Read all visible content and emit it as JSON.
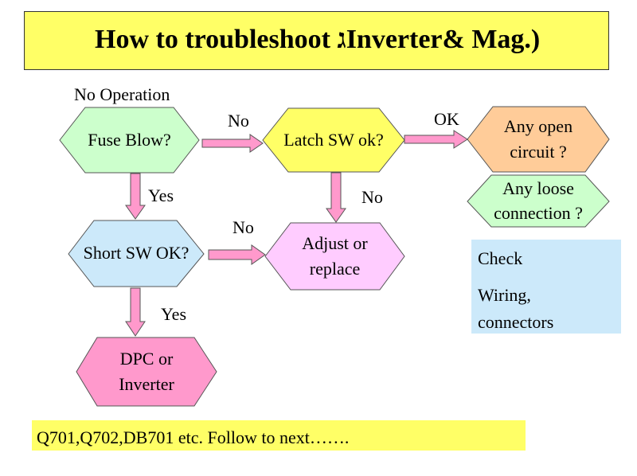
{
  "title": "How to troubleshoot גInverter& Mag.)",
  "labels": {
    "no_operation": "No Operation",
    "no_1": "No",
    "ok": "OK",
    "yes_1": "Yes",
    "no_2": "No",
    "no_3": "No",
    "yes_2": "Yes"
  },
  "nodes": {
    "fuse_blow": "Fuse Blow?",
    "latch_sw": "Latch SW ok?",
    "open_circuit_1": "Any open",
    "open_circuit_2": "circuit ?",
    "loose_connection_1": "Any loose",
    "loose_connection_2": "connection ?",
    "short_sw": "Short SW OK?",
    "adjust_1": "Adjust or",
    "adjust_2": "replace",
    "dpc_1": "DPC or",
    "dpc_2": "Inverter"
  },
  "check": {
    "line1": "Check",
    "line2": "Wiring,",
    "line3": "connectors"
  },
  "footer": "Q701,Q702,DB701 etc.  Follow to next…….",
  "colors": {
    "title_bg": "#ffff66",
    "fuse_fill": "#ccffcc",
    "latch_fill": "#ffff66",
    "open_fill": "#ffcc99",
    "loose_fill": "#ccffcc",
    "short_fill": "#cce9fa",
    "adjust_fill": "#ffccff",
    "dpc_fill": "#ff99cc",
    "arrow_fill": "#ff99cc",
    "check_bg": "#cce9fa"
  }
}
